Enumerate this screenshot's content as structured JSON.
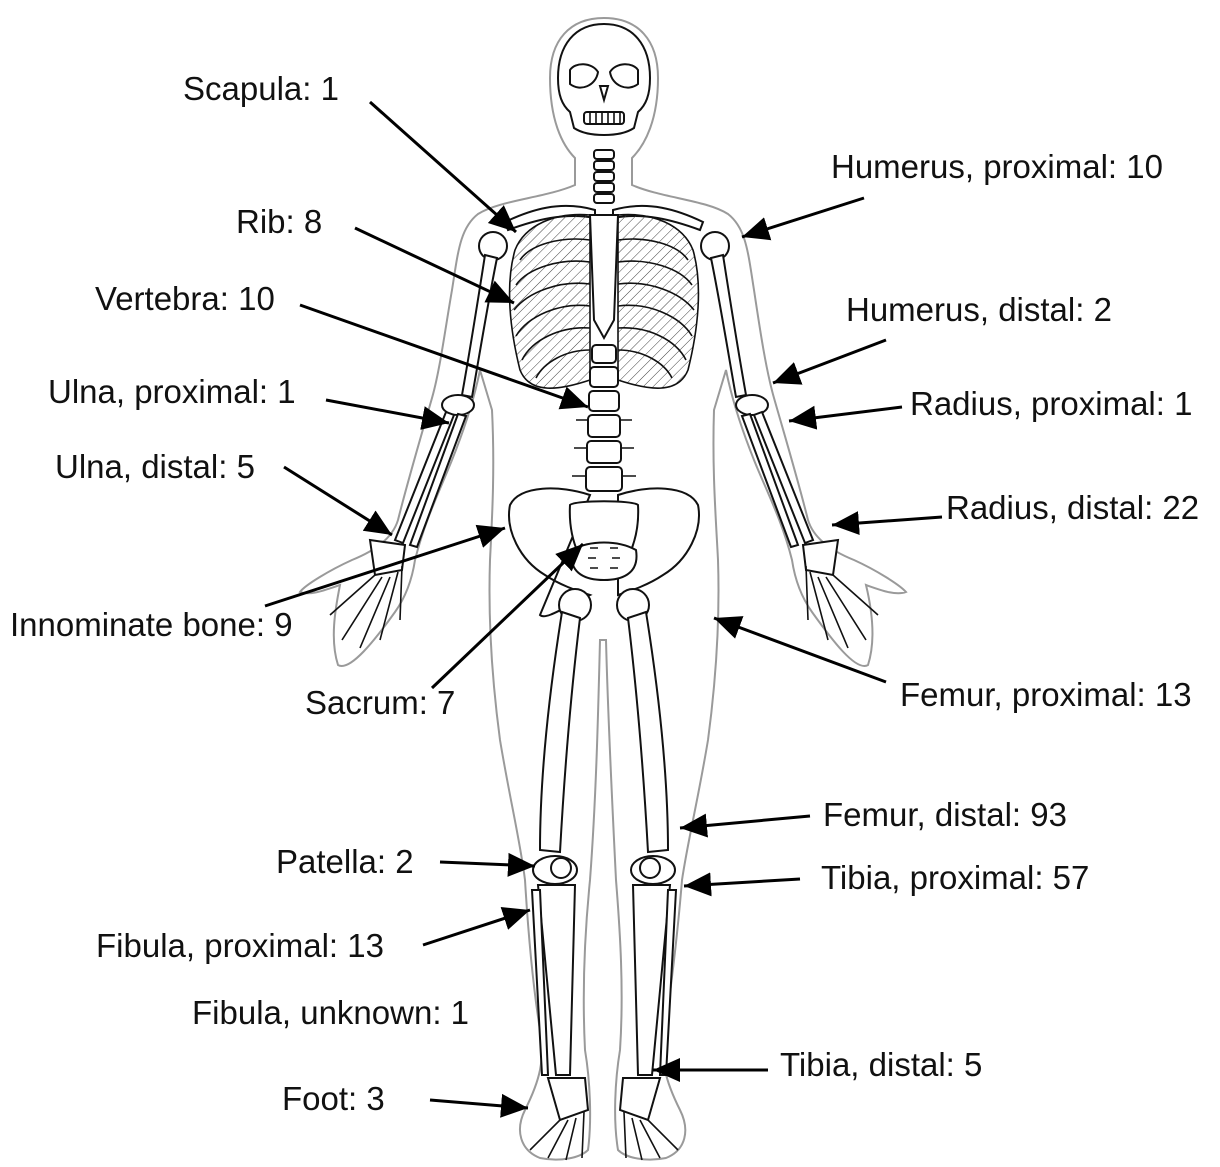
{
  "labels": {
    "scapula": "Scapula: 1",
    "rib": "Rib: 8",
    "vertebra": "Vertebra: 10",
    "ulna_proximal": "Ulna, proximal: 1",
    "ulna_distal": "Ulna, distal: 5",
    "innominate": "Innominate bone: 9",
    "sacrum": "Sacrum: 7",
    "patella": "Patella: 2",
    "fibula_proximal": "Fibula, proximal: 13",
    "fibula_unknown": "Fibula, unknown: 1",
    "foot": "Foot: 3",
    "humerus_proximal": "Humerus, proximal: 10",
    "humerus_distal": "Humerus, distal: 2",
    "radius_proximal": "Radius, proximal: 1",
    "radius_distal": "Radius, distal: 22",
    "femur_proximal": "Femur, proximal: 13",
    "femur_distal": "Femur, distal: 93",
    "tibia_proximal": "Tibia, proximal: 57",
    "tibia_distal": "Tibia, distal: 5"
  },
  "colors": {
    "outline": "#9a9a9a",
    "bone_stroke": "#111111",
    "arrow": "#000000"
  }
}
